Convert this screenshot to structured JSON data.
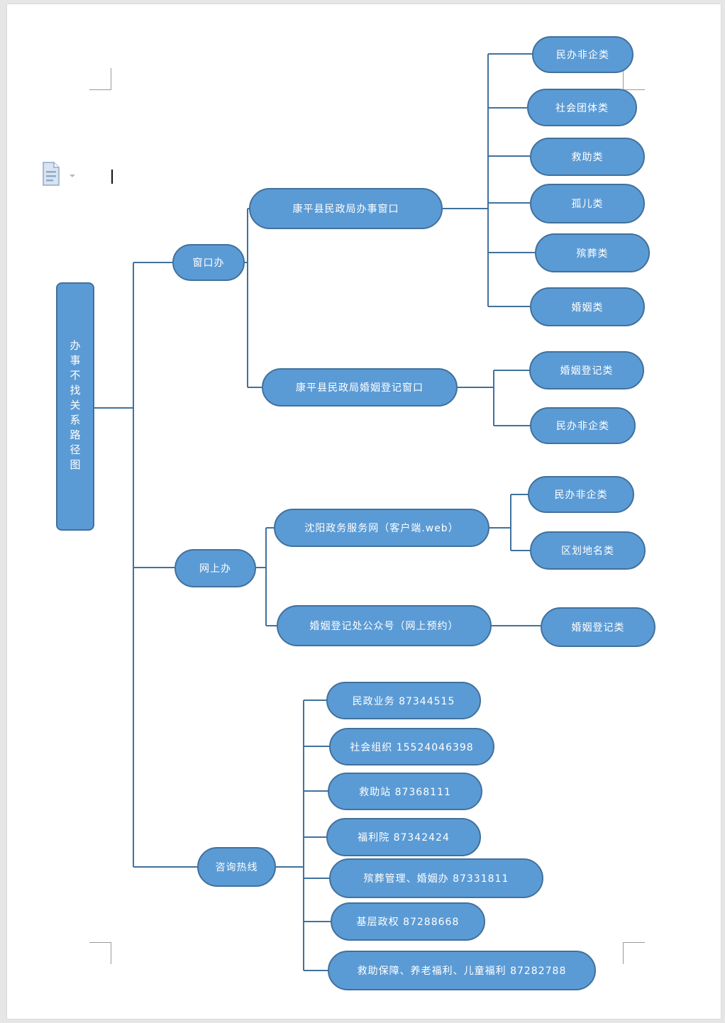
{
  "colors": {
    "node_fill": "#5b9bd5",
    "node_border": "#41719c",
    "connector": "#41719c",
    "text": "#ffffff"
  },
  "toolbar": {
    "doc_icon": "document-icon",
    "menu_icon": "chevron-down-icon"
  },
  "mindmap": {
    "root": "办事不找关系路径图",
    "branches": {
      "window": {
        "label": "窗口办",
        "offices": {
          "general": {
            "label": "康平县民政局办事窗口",
            "items": [
              "民办非企类",
              "社会团体类",
              "救助类",
              "孤儿类",
              "殡葬类",
              "婚姻类"
            ]
          },
          "marriage": {
            "label": "康平县民政局婚姻登记窗口",
            "items": [
              "婚姻登记类",
              "民办非企类"
            ]
          }
        }
      },
      "online": {
        "label": "网上办",
        "channels": {
          "web": {
            "label": "沈阳政务服务网（客户端.web）",
            "items": [
              "民办非企类",
              "区划地名类"
            ]
          },
          "wechat": {
            "label": "婚姻登记处公众号（网上预约）",
            "items": [
              "婚姻登记类"
            ]
          }
        }
      },
      "hotline": {
        "label": "咨询热线",
        "items": [
          "民政业务 87344515",
          "社会组织 15524046398",
          "救助站 87368111",
          "福利院 87342424",
          "殡葬管理、婚姻办 87331811",
          "基层政权 87288668",
          "救助保障、养老福利、儿童福利 87282788"
        ]
      }
    }
  }
}
